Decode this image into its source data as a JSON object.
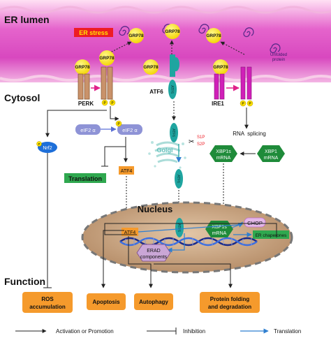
{
  "regions": {
    "er_lumen": "ER lumen",
    "cytosol": "Cytosol",
    "nucleus": "Nucleus",
    "function": "Function"
  },
  "er_stress_label": "ER stress",
  "grp78": "GRP78",
  "unfolded_protein": [
    "Unfolded",
    "protein"
  ],
  "sensors": {
    "perk": "PERK",
    "atf6": "ATF6",
    "ire1": "IRE1"
  },
  "phospho": "P",
  "eif2a": "eIF2 α",
  "nrf2": "Nrf2",
  "translation": "Translation",
  "atf4": "ATF4",
  "golgi": "Golgi",
  "protease": [
    "S1P",
    "S2P"
  ],
  "rna_splicing": "RNA  splicing",
  "xbp1s_mrna": [
    "XBP1s",
    "mRNA"
  ],
  "xbp1_mrna": [
    "XBP1",
    "mRNA"
  ],
  "atf6_fragment": "ATF6",
  "chop": "CHOP",
  "er_chaperones": "ER chaperones",
  "erad_components": [
    "ERAD",
    "components"
  ],
  "functions": [
    [
      "ROS",
      "accumulation"
    ],
    [
      "Apoptosis"
    ],
    [
      "Autophagy"
    ],
    [
      "Protein folding",
      "and degradation"
    ]
  ],
  "legend": {
    "activation": "Activation or Promotion",
    "inhibition": "Inhibition",
    "translation": "Translation"
  },
  "colors": {
    "er_membrane": "#f6c8ea",
    "er_lumen": "#e04fc4",
    "grp78": "#ffeb00",
    "perk": "#c9926a",
    "atf6": "#1fa5a0",
    "ire1": "#d020b8",
    "nucleus": "#c9a98a",
    "orange_box": "#f59a2c",
    "green_box": "#2fa84f",
    "eif2": "#8e93d6"
  }
}
